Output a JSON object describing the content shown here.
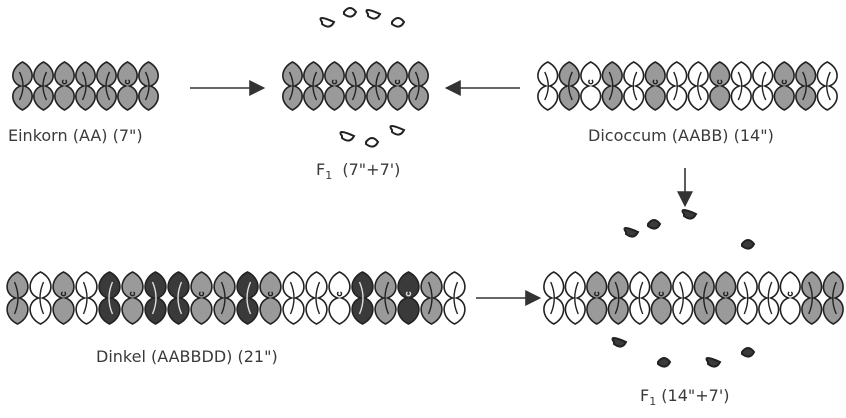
{
  "labels": {
    "einkorn": "Einkorn (AA) (7\")",
    "dicoccum": "Dicoccum (AABB) (14\")",
    "dinkel": "Dinkel (AABBDD) (21\")",
    "f1_top_prefix": "F",
    "f1_top_sub": "1",
    "f1_top_suffix": "(7\"+7')",
    "f1_bottom_prefix": "F",
    "f1_bottom_sub": "1",
    "f1_bottom_suffix": "(14\"+7')"
  },
  "colors": {
    "A_genome": "#9a9a9a",
    "B_genome": "#ffffff",
    "D_genome": "#3a3a3a",
    "outline": "#222222",
    "arrow": "#333333"
  },
  "chromosome_rows": [
    {
      "name": "einkorn-chromosomes",
      "pattern": "AAAAAAA"
    },
    {
      "name": "f1-top-chromosomes",
      "pattern": "AAAAAAA",
      "univalents": 7
    },
    {
      "name": "dicoccum-chromosomes",
      "pattern": "BABABABBABBAAB"
    },
    {
      "name": "dinkel-chromosomes",
      "pattern": "ABABDADDAADABBBDADAB"
    },
    {
      "name": "f1-bottom-chromosomes",
      "pattern": "BBAABABAABBBAA",
      "univalents": 7
    }
  ]
}
